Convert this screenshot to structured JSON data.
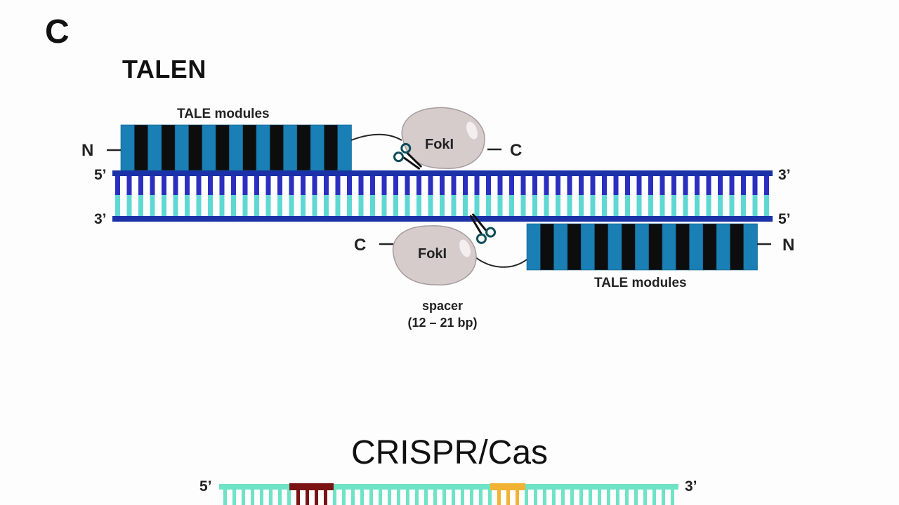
{
  "panel_letter": "C",
  "talen": {
    "title": "TALEN",
    "top_protein": {
      "tale_label": "TALE modules",
      "n_term": "N",
      "c_term": "C",
      "nuclease": "FokI"
    },
    "bottom_protein": {
      "tale_label": "TALE modules",
      "n_term": "N",
      "c_term": "C",
      "nuclease": "FokI"
    },
    "dna": {
      "top_left": "5’",
      "top_right": "3’",
      "bottom_left": "3’",
      "bottom_right": "5’"
    },
    "spacer": {
      "label": "spacer",
      "range": "(12 – 21 bp)"
    }
  },
  "crispr": {
    "title": "CRISPR/Cas",
    "dna": {
      "left": "5’",
      "right": "3’"
    }
  },
  "colors": {
    "tale_blue": "#1a7fb4",
    "tale_black": "#0d0d0d",
    "strand_blue": "#1a31a8",
    "base_dark": "#2b2fbf",
    "base_light": "#5fd8d4",
    "fokl": "#d6cccc",
    "crispr_strand": "#6fe3c6",
    "guide_dark": "#7a1414",
    "pam": "#f2b233"
  }
}
